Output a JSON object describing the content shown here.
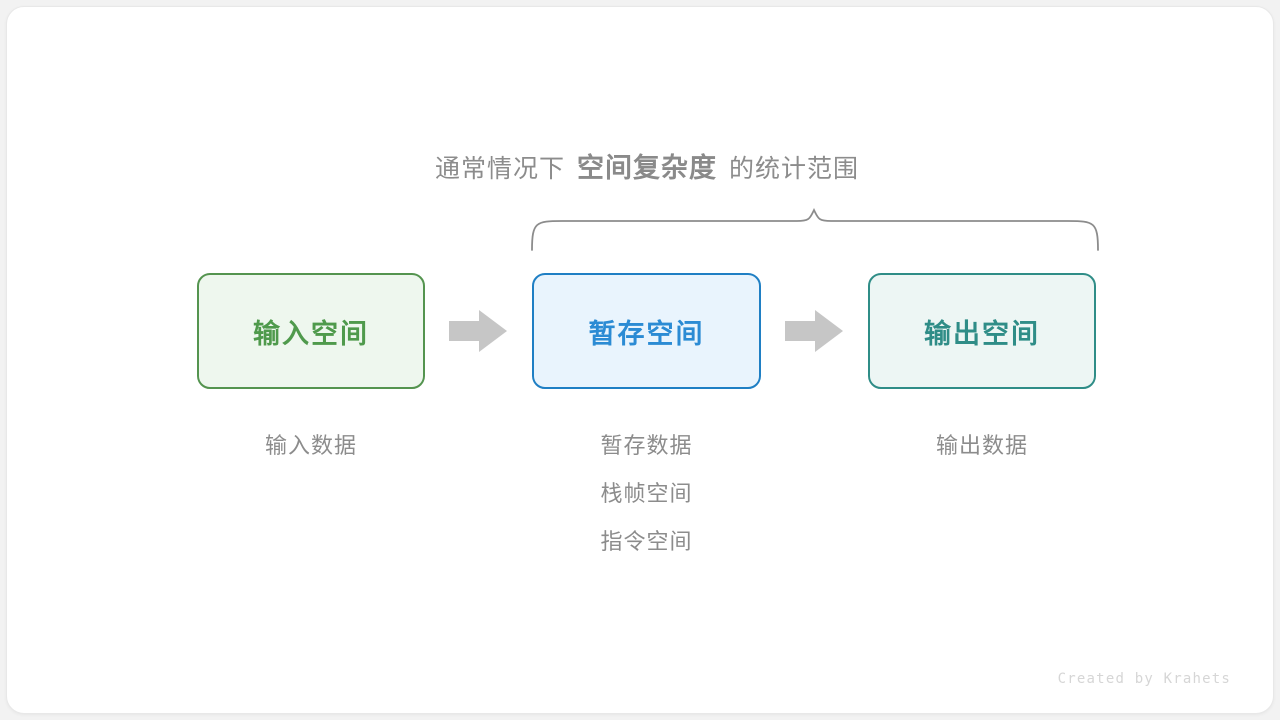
{
  "page": {
    "background": "#f2f2f2",
    "card_background": "#ffffff"
  },
  "heading": {
    "prefix": "通常情况下",
    "emphasis": "空间复杂度",
    "suffix": "的统计范围"
  },
  "brace": {
    "name": "curly-brace",
    "color": "#8c8c8c",
    "spans_boxes": [
      "暂存空间",
      "输出空间"
    ]
  },
  "boxes": [
    {
      "id": "input",
      "label": "输入空间",
      "fill": "#eef7ee",
      "border": "#54944f",
      "text_color": "#4f9a4c"
    },
    {
      "id": "buffer",
      "label": "暂存空间",
      "fill": "#e9f4fd",
      "border": "#1f7fc4",
      "text_color": "#2b8bd4"
    },
    {
      "id": "output",
      "label": "输出空间",
      "fill": "#edf6f4",
      "border": "#2f8d87",
      "text_color": "#2f8d87"
    }
  ],
  "arrows": [
    {
      "id": "input-to-buffer",
      "color": "#c6c6c6"
    },
    {
      "id": "buffer-to-output",
      "color": "#c6c6c6"
    }
  ],
  "captions": {
    "input": [
      "输入数据"
    ],
    "buffer": [
      "暂存数据",
      "栈帧空间",
      "指令空间"
    ],
    "output": [
      "输出数据"
    ],
    "color": "#8c8c8c"
  },
  "footer": {
    "credit": "Created by Krahets"
  }
}
